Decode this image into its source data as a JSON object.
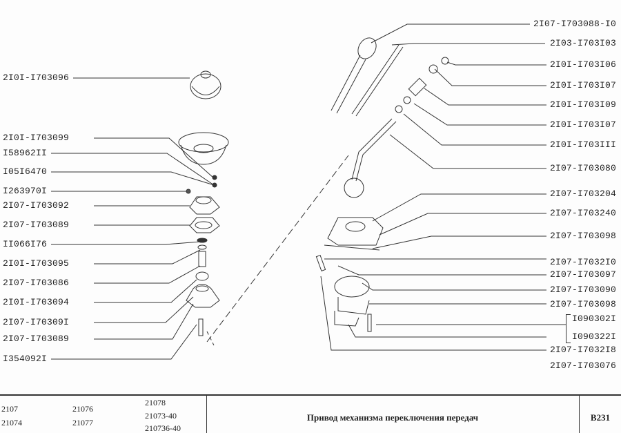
{
  "left_labels": [
    "2I0I-I703096",
    "2I0I-I703099",
    "I58962II",
    "I05I6470",
    "I263970I",
    "2I07-I703092",
    "2I07-I703089",
    "II066I76",
    "2I0I-I703095",
    "2I07-I703086",
    "2I0I-I703094",
    "2I07-I70309I",
    "2I07-I703089",
    "I354092I"
  ],
  "right_labels": [
    "2I07-I703088-I0",
    "2I03-I703I03",
    "2I0I-I703I06",
    "2I0I-I703I07",
    "2I0I-I703I09",
    "2I0I-I703I07",
    "2I0I-I703III",
    "2I07-I703080",
    "2I07-I703204",
    "2I07-I703240",
    "2I07-I703098",
    "2I07-I7032I0",
    "2I07-I703097",
    "2I07-I703090",
    "2I07-I703098",
    "I090302I",
    "I090322I",
    "2I07-I7032I8",
    "2I07-I703076"
  ],
  "footer": {
    "models_col1": [
      "2107",
      "21074"
    ],
    "models_col2": [
      "21076",
      "21077"
    ],
    "models_col3": [
      "21078",
      "21073-40",
      "210736-40"
    ],
    "title": "Привод механизма переключения передач",
    "sheet": "B231"
  }
}
